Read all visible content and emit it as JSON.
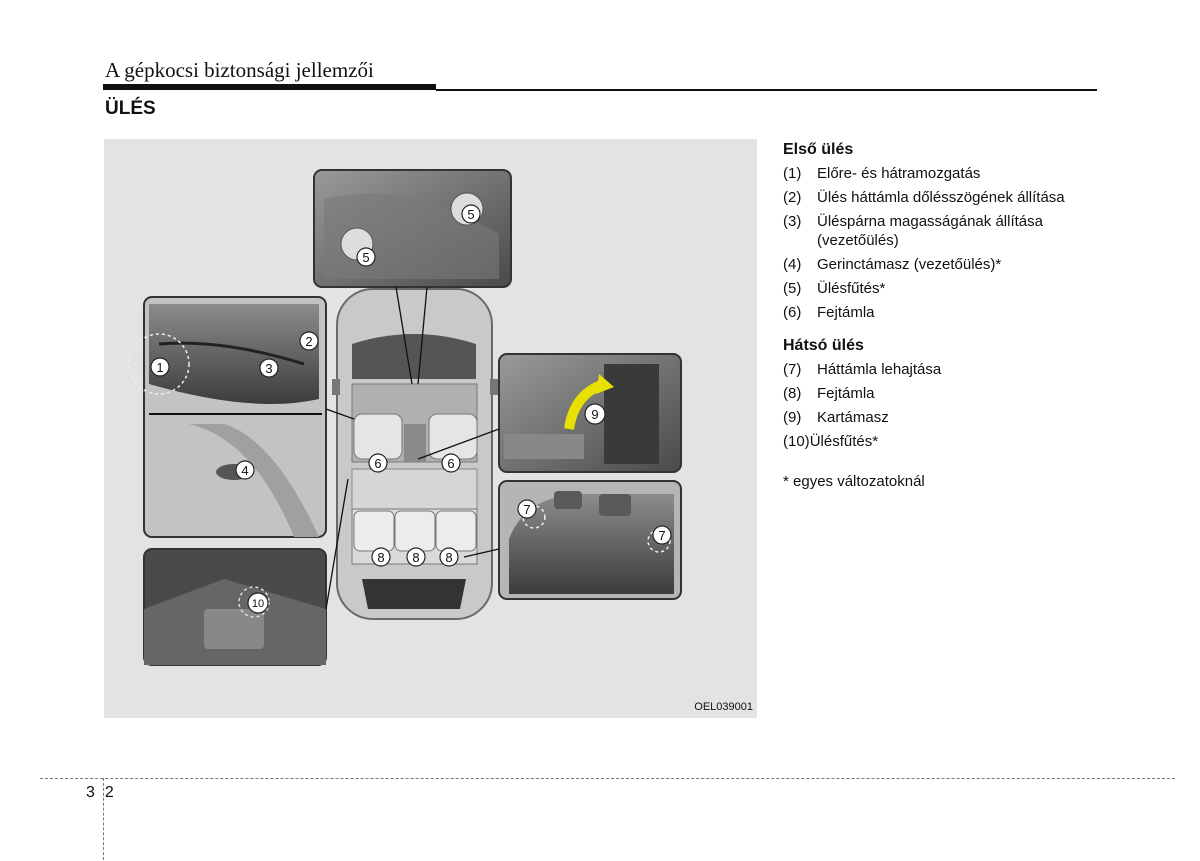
{
  "header": {
    "section_title": "A gépkocsi biztonsági jellemzői",
    "page_heading": "ÜLÉS"
  },
  "figure": {
    "code": "OEL039001",
    "callouts": {
      "c1": "1",
      "c2": "2",
      "c3": "3",
      "c4": "4",
      "c5a": "5",
      "c5b": "5",
      "c6a": "6",
      "c6b": "6",
      "c7a": "7",
      "c7b": "7",
      "c8a": "8",
      "c8b": "8",
      "c8c": "8",
      "c9": "9",
      "c10": "10"
    }
  },
  "legend": {
    "front_title": "Első ülés",
    "front_items": [
      {
        "num": "(1)",
        "text": "Előre- és hátramozgatás"
      },
      {
        "num": "(2)",
        "text": "Ülés háttámla dőlésszögének állítása"
      },
      {
        "num": "(3)",
        "text": "Üléspárna magasságának állítása (vezetőülés)"
      },
      {
        "num": "(4)",
        "text": "Gerinctámasz (vezetőülés)*"
      },
      {
        "num": "(5)",
        "text": "Ülésfűtés*"
      },
      {
        "num": "(6)",
        "text": "Fejtámla"
      }
    ],
    "rear_title": "Hátsó ülés",
    "rear_items": [
      {
        "num": "(7)",
        "text": "Háttámla lehajtása"
      },
      {
        "num": "(8)",
        "text": "Fejtámla"
      },
      {
        "num": "(9)",
        "text": "Kartámasz"
      },
      {
        "num": "(10)",
        "text": "Ülésfűtés*"
      }
    ],
    "footnote": "* egyes változatoknál"
  },
  "footer": {
    "chapter": "3",
    "page": "2"
  }
}
